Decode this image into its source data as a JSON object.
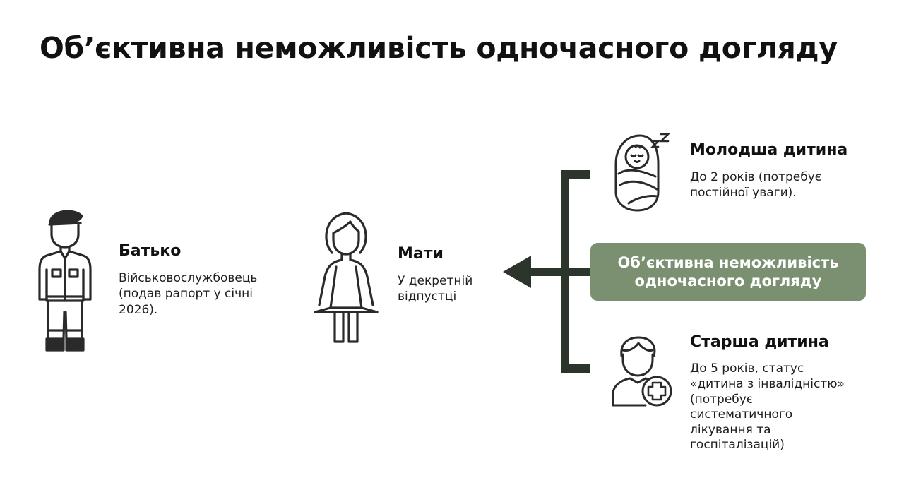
{
  "title": "Об’єктивна неможливість одночасного догляду",
  "father": {
    "heading": "Батько",
    "lines": [
      "Військовослужбовець",
      "(подав рапорт у січні",
      "2026)."
    ],
    "icon": "soldier-icon"
  },
  "mother": {
    "heading": "Мати",
    "lines": [
      "У декретній",
      "відпустці"
    ],
    "icon": "mother-icon"
  },
  "younger": {
    "heading": "Молодша дитина",
    "lines": [
      "До 2 років (потребує",
      "постійної уваги)."
    ],
    "icon": "sleeping-baby-icon"
  },
  "older": {
    "heading": "Старша дитина",
    "lines": [
      "До 5 років, статус",
      "«дитина з інвалідністю»",
      "(потребує",
      "систематичного",
      "лікування та",
      "госпіталізацій)"
    ],
    "icon": "child-medical-cross-icon"
  },
  "badge": {
    "lines": [
      "Об’єктивна неможливість",
      "одночасного догляду"
    ]
  },
  "colors": {
    "badge": "#7b9070",
    "connector": "#2c352b",
    "text": "#111111"
  }
}
